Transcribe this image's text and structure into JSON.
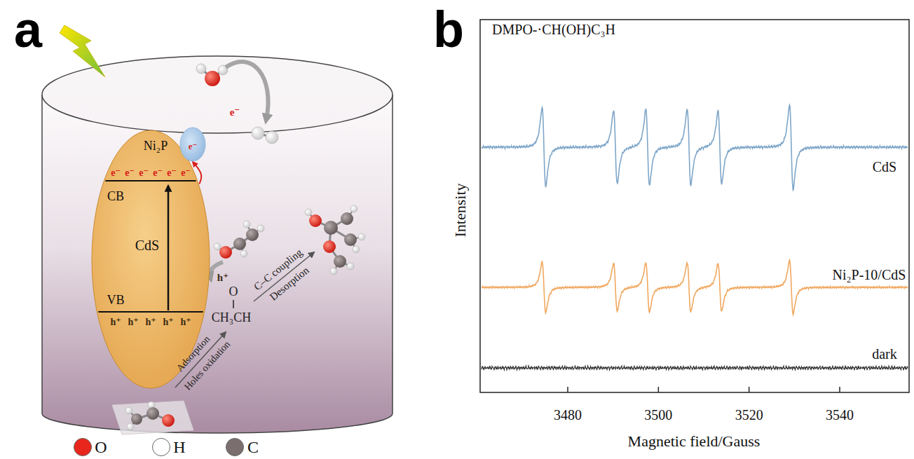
{
  "diagram": {
    "nodes": [
      {
        "text": [
          "CB",
          "CdS",
          "VB"
        ]
      },
      {
        "text": [
          "Ni₂P",
          "e⁻"
        ]
      }
    ],
    "edges": [
      {
        "from": 0,
        "to": 1,
        "arrow": "to"
      }
    ],
    "labels": [
      "a",
      "e⁻",
      "e⁻",
      "e⁻",
      "e⁻",
      "e⁻",
      "e⁻",
      "e⁻",
      "h⁺",
      "h⁺",
      "h⁺",
      "h⁺",
      "h⁺",
      "h⁺",
      "O",
      "CH₃CH",
      "C–C coupling",
      "Desorption",
      "Adsorption",
      "Holes oxidation",
      "b",
      "DMPO-·CH(OH)C₃H",
      "CdS",
      "Ni₂P-10/CdS",
      "dark",
      "Intensity",
      "3480",
      "3500",
      "3520",
      "3540",
      "Magnetic field/Gauss"
    ],
    "legend": [
      {
        "text": "O",
        "color": "#e8261c"
      },
      {
        "text": "H",
        "color": "#ffffff"
      },
      {
        "text": "C",
        "color": "#7a6e6e"
      }
    ]
  }
}
